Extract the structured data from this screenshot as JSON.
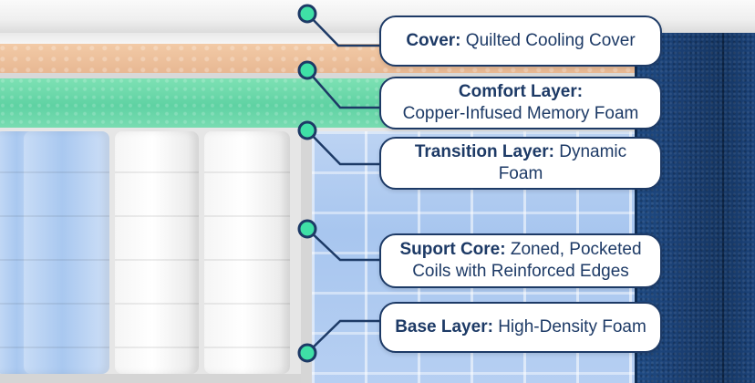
{
  "colors": {
    "callout_border": "#1d3a66",
    "callout_text": "#1d3a66",
    "marker_fill": "#3fe0a6",
    "marker_border": "#1d3a66",
    "panel": "#1a3f73",
    "comfort_foam": "#6fd9ab",
    "cover_band": "#f0c4a0"
  },
  "icons": {
    "marker": "circle-marker-icon"
  },
  "callouts": [
    {
      "title": "Cover:",
      "text": "Quilted Cooling Cover"
    },
    {
      "title": "Comfort Layer:",
      "text": "Copper-Infused Memory Foam"
    },
    {
      "title": "Transition Layer:",
      "text": "Dynamic Foam"
    },
    {
      "title": "Suport Core:",
      "text": "Zoned, Pocketed Coils with Reinforced Edges"
    },
    {
      "title": "Base Layer:",
      "text": "High-Density Foam"
    }
  ]
}
